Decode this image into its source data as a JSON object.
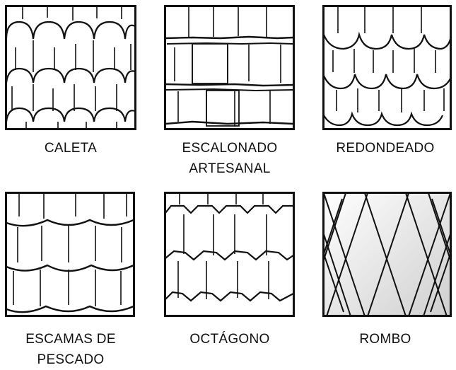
{
  "patterns": [
    {
      "id": "caleta",
      "label": [
        "CALETA"
      ]
    },
    {
      "id": "escalonado-artesanal",
      "label": [
        "ESCALONADO",
        "ARTESANAL"
      ]
    },
    {
      "id": "redondeado",
      "label": [
        "REDONDEADO"
      ]
    },
    {
      "id": "escamas-de-pescado",
      "label": [
        "ESCAMAS DE",
        "PESCADO"
      ]
    },
    {
      "id": "octagono",
      "label": [
        "OCTÁGONO"
      ]
    },
    {
      "id": "rombo",
      "label": [
        "ROMBO"
      ]
    }
  ],
  "colors": {
    "stroke": "#111111",
    "fill": "#ffffff",
    "shade": "#bdbdbd"
  }
}
